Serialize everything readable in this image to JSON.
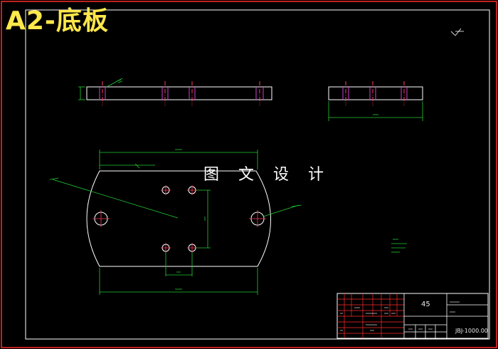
{
  "drawing": {
    "title": "A2-底板",
    "watermark": "图 文 设 计",
    "title_block": {
      "material": "45",
      "drawing_number": "JBJ-1000.00"
    }
  },
  "colors": {
    "background": "#000000",
    "frame": "#ff2b2b",
    "outline": "#ffffff",
    "dimension": "#22cc33",
    "centerline": "#ff3a5c",
    "hidden_line": "#d040d0",
    "title": "#ffe84a"
  }
}
